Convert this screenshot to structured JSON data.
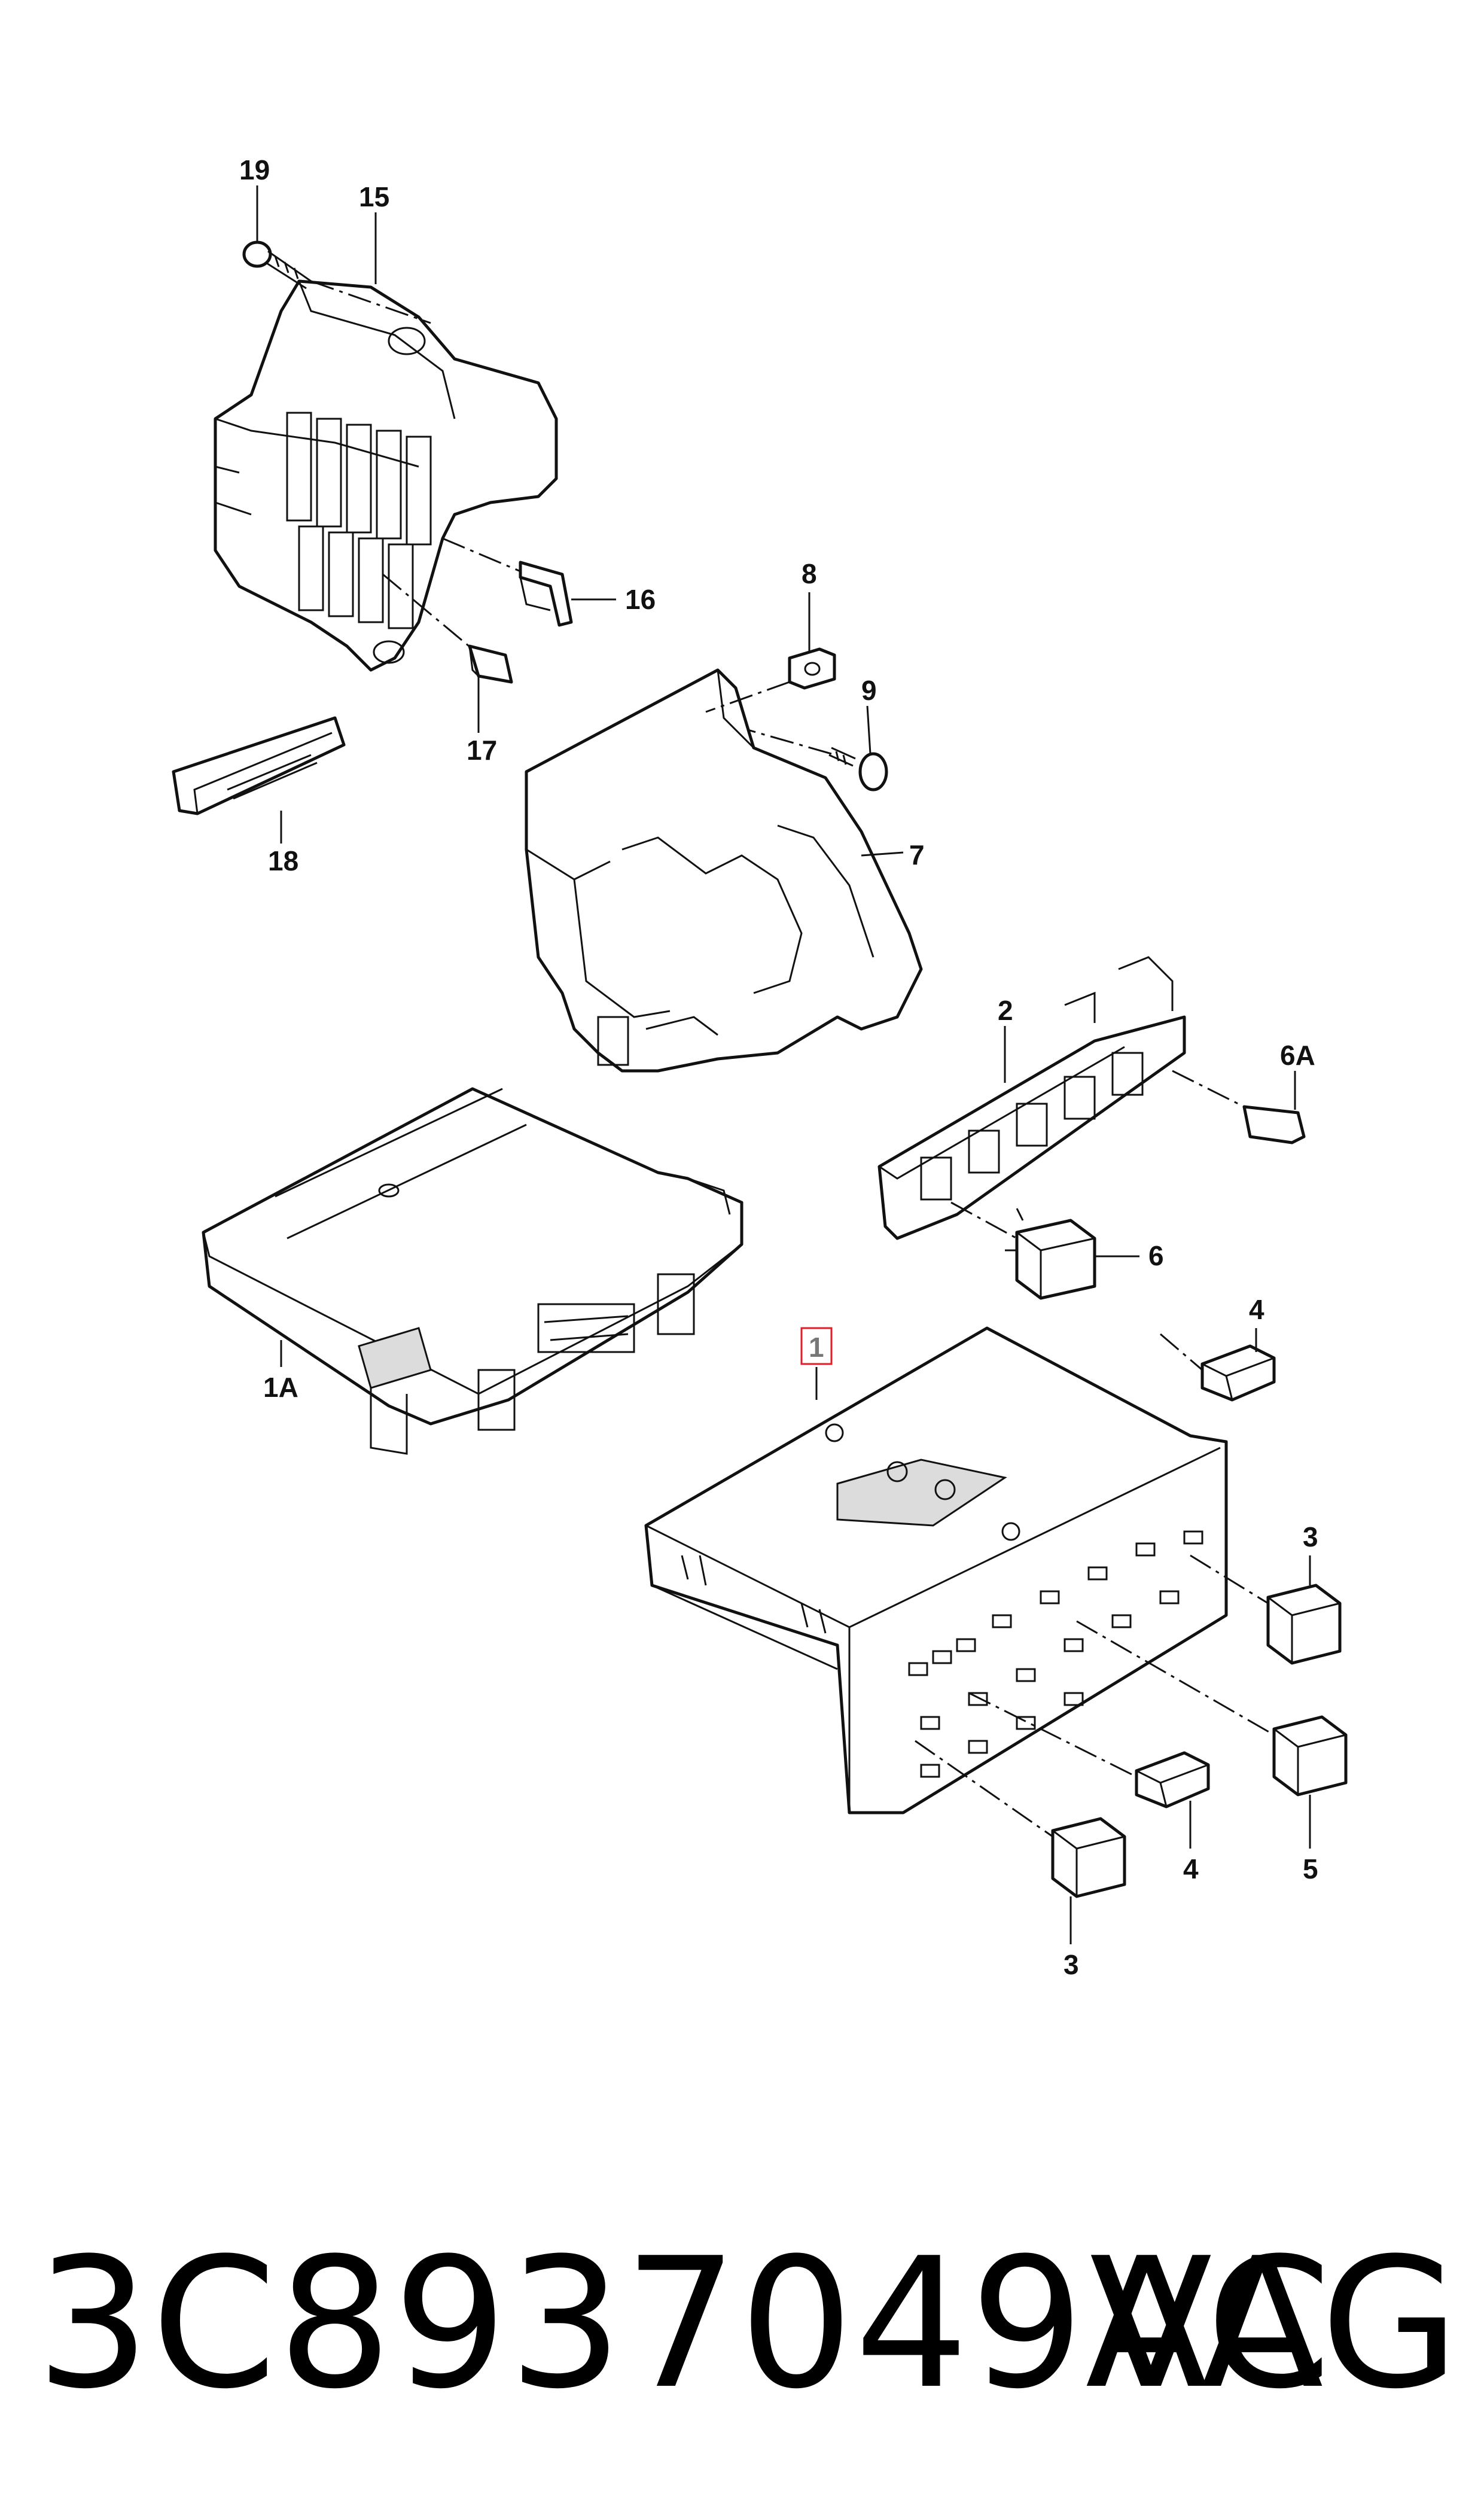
{
  "callouts": {
    "c19": "19",
    "c15": "15",
    "c16": "16",
    "c17": "17",
    "c18": "18",
    "c8": "8",
    "c9": "9",
    "c7": "7",
    "c2": "2",
    "c6a": "6A",
    "c6": "6",
    "c1a": "1A",
    "c1": "1",
    "c4_top": "4",
    "c3_right": "3",
    "c5": "5",
    "c4_bottom": "4",
    "c3_bottom": "3"
  },
  "highlighted_callout": "1",
  "highlight_color": "#e11d2a",
  "footer": {
    "part_number": "3C8937049AC",
    "brand": "VAG"
  }
}
